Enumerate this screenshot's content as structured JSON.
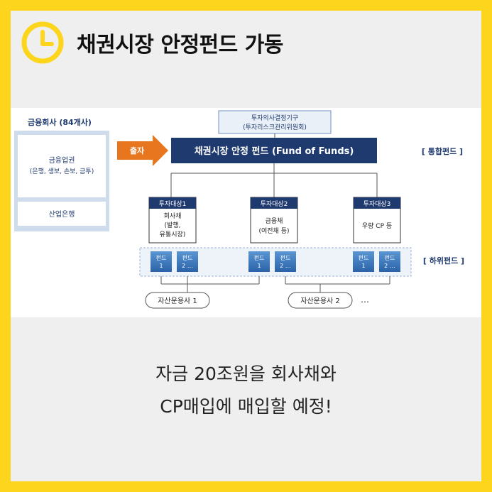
{
  "header": {
    "title": "채권시장 안정펀드 가동",
    "icon": "clock-icon",
    "accent_color": "#fcd51c"
  },
  "diagram": {
    "left_panel": {
      "title": "금융회사 (84개사)",
      "box1_line1": "금융업권",
      "box1_line2": "(은행, 생보, 손보, 금투)",
      "box2": "산업은행"
    },
    "arrow_label": "출자",
    "committee": {
      "line1": "투자의사결정기구",
      "line2": "(투자리스크관리위원회)"
    },
    "main_fund": "채권시장 안정 펀드 (Fund of Funds)",
    "integrated_label": "[ 통합펀드 ]",
    "targets": [
      {
        "header": "투자대상1",
        "line1": "회사채",
        "line2": "(발행,",
        "line3": "유통시장)"
      },
      {
        "header": "투자대상2",
        "line1": "금융채",
        "line2": "(여전채 등)",
        "line3": ""
      },
      {
        "header": "투자대상3",
        "line1": "우량 CP 등",
        "line2": "",
        "line3": ""
      }
    ],
    "sub_funds": [
      {
        "label": "펀드",
        "num": "1"
      },
      {
        "label": "펀드",
        "num": "2 …"
      },
      {
        "label": "펀드",
        "num": "1"
      },
      {
        "label": "펀드",
        "num": "2 …"
      },
      {
        "label": "펀드",
        "num": "1"
      },
      {
        "label": "펀드",
        "num": "2 …"
      }
    ],
    "sub_label": "[ 하위펀드 ]",
    "managers": [
      "자산운용사 1",
      "자산운용사 2"
    ],
    "ellipsis": "…",
    "colors": {
      "navy": "#1f3a6e",
      "orange": "#e8761e",
      "fund_blue": "#2f6fb5",
      "light_blue_bg": "#dfe9f5"
    }
  },
  "captions": {
    "line1": "자금 20조원을 회사채와",
    "line2": "CP매입에 매입할 예정!"
  }
}
